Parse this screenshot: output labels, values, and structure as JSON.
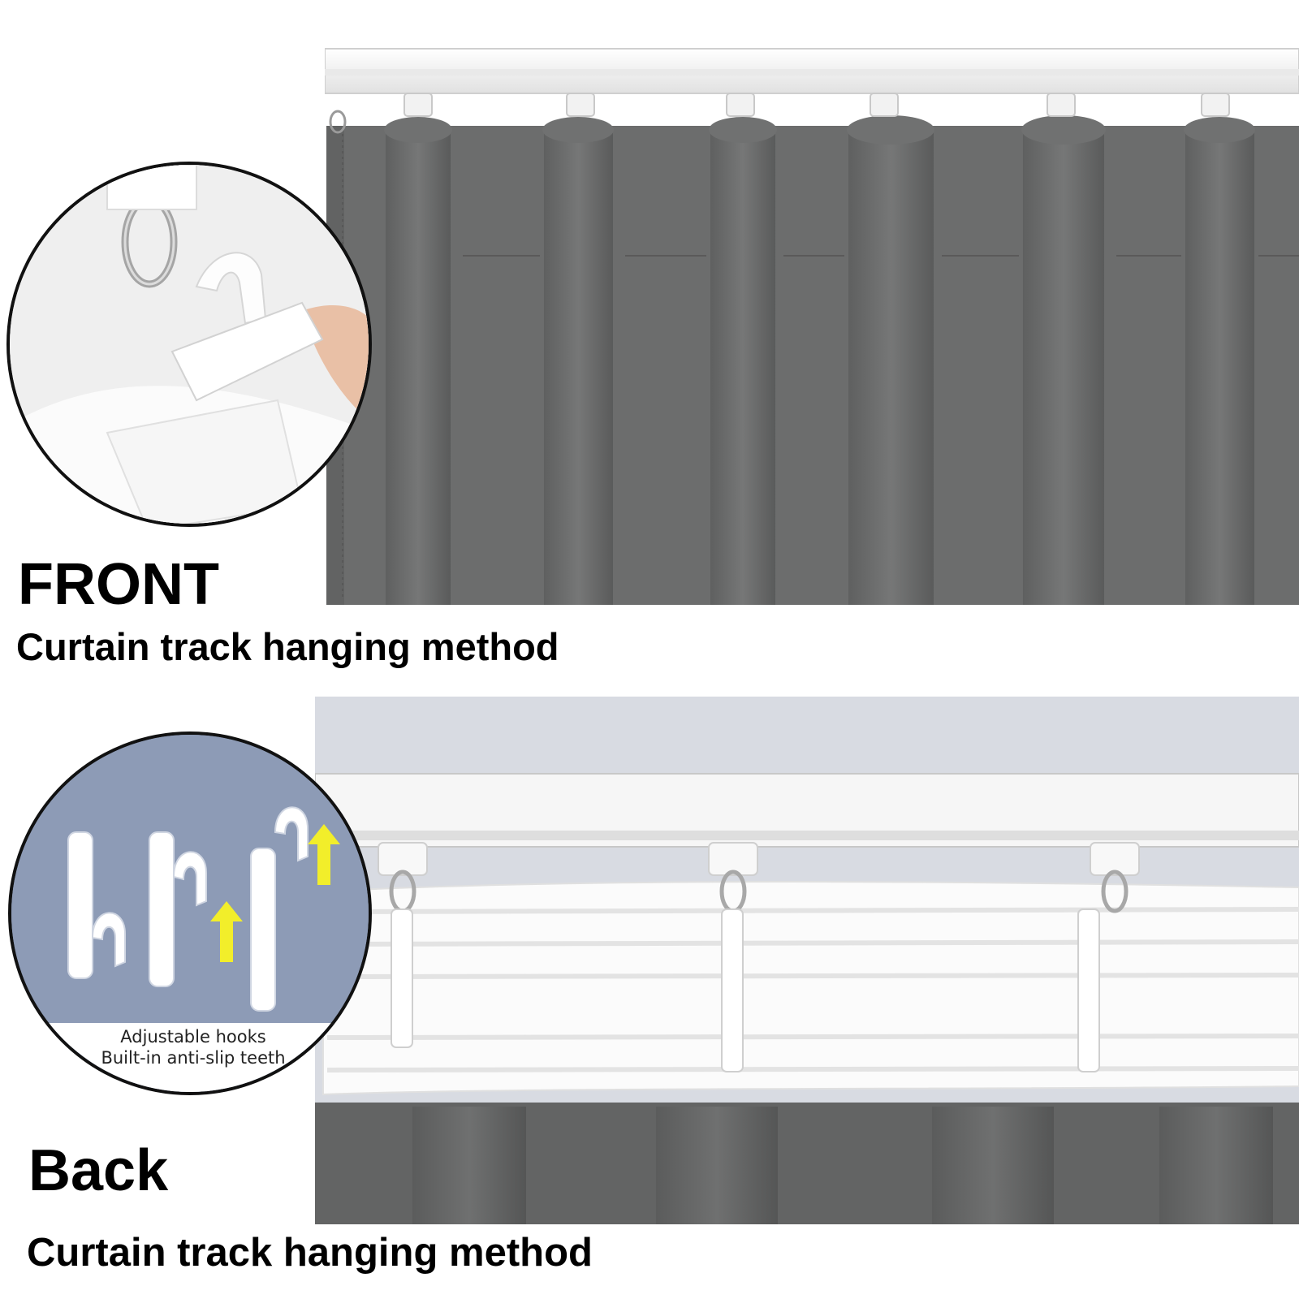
{
  "front": {
    "heading": "FRONT",
    "subheading": "Curtain track hanging method"
  },
  "back": {
    "heading": "Back",
    "subheading": "Curtain track hanging method",
    "inset_caption_line1": "Adjustable hooks",
    "inset_caption_line2": "Built-in anti-slip teeth"
  },
  "colors": {
    "curtain_gray": "#6c6d6d",
    "track_white": "#f4f4f4",
    "backdrop_blue_gray": "#8d9bb6",
    "arrow_yellow": "#f2ee2a"
  }
}
